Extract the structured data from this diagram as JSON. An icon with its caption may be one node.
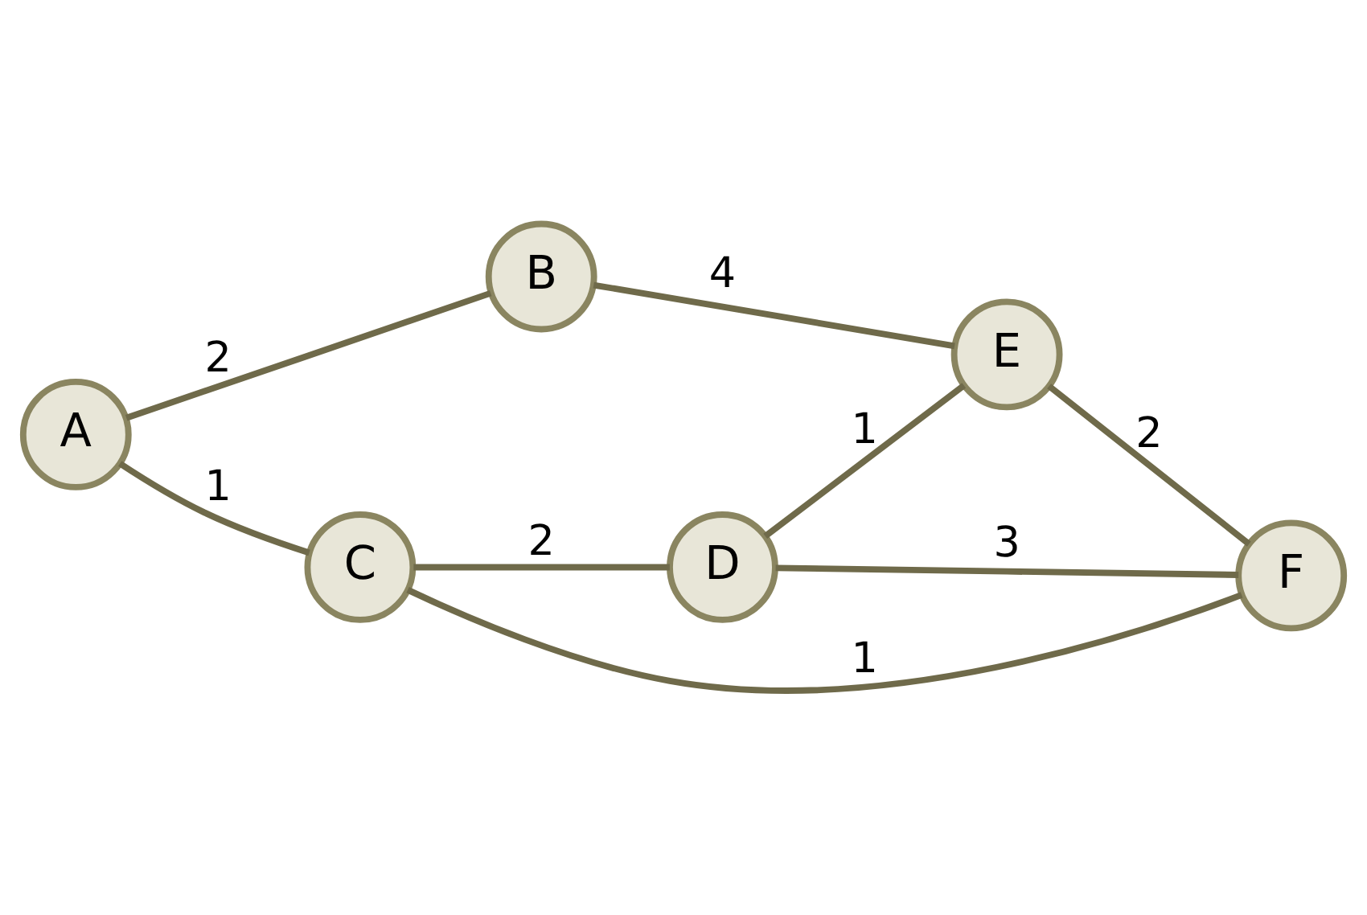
{
  "diagram": {
    "nodes": [
      {
        "text": [
          "A"
        ]
      },
      {
        "text": [
          "B"
        ]
      },
      {
        "text": [
          "D"
        ]
      },
      {
        "text": [
          "F"
        ]
      },
      {
        "text": [
          "C"
        ]
      },
      {
        "text": [
          "E"
        ]
      }
    ],
    "edges": [
      {
        "from": 0,
        "to": 1,
        "arrow": "none",
        "label": "2"
      },
      {
        "from": 1,
        "to": 5,
        "arrow": "none",
        "label": "4"
      },
      {
        "from": 2,
        "to": 3,
        "arrow": "none",
        "label": "3"
      },
      {
        "from": 0,
        "to": 4,
        "arrow": "none",
        "label": "1"
      },
      {
        "from": 4,
        "to": 2,
        "arrow": "none",
        "label": "2"
      },
      {
        "from": 2,
        "to": 5,
        "arrow": "none",
        "label": "1"
      },
      {
        "from": 5,
        "to": 3,
        "arrow": "none",
        "label": "2"
      },
      {
        "from": 4,
        "to": 3,
        "arrow": "none",
        "label": "1"
      }
    ]
  }
}
